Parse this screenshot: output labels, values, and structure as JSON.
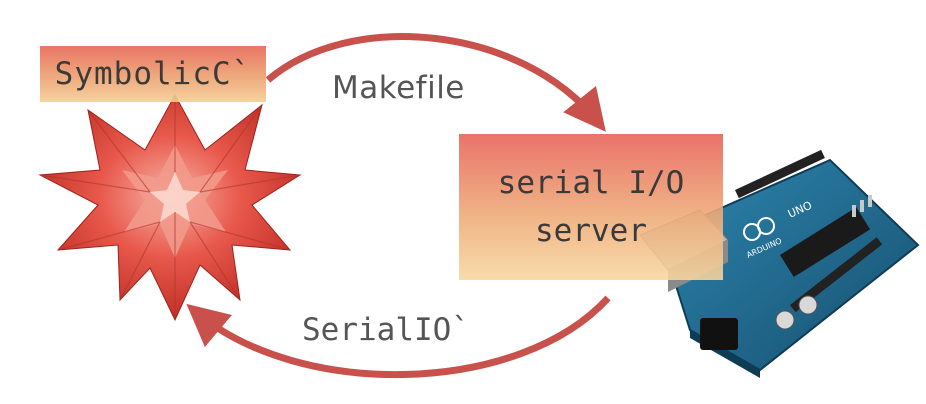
{
  "nodes": {
    "symbolic": {
      "label": "SymbolicC`"
    },
    "server": {
      "label_line1": "serial I/O",
      "label_line2": "server"
    }
  },
  "edges": {
    "top": {
      "label": "Makefile"
    },
    "bottom": {
      "label": "SerialIO`"
    }
  },
  "images": {
    "left": {
      "icon": "wolfram-spikey-icon"
    },
    "right": {
      "icon": "arduino-uno-board-icon",
      "board_text": "UNO",
      "brand_text": "ARDUINO"
    }
  },
  "colors": {
    "arrow": "#c9514c",
    "spikey": "#e04a3f",
    "board": "#1f6f96"
  }
}
